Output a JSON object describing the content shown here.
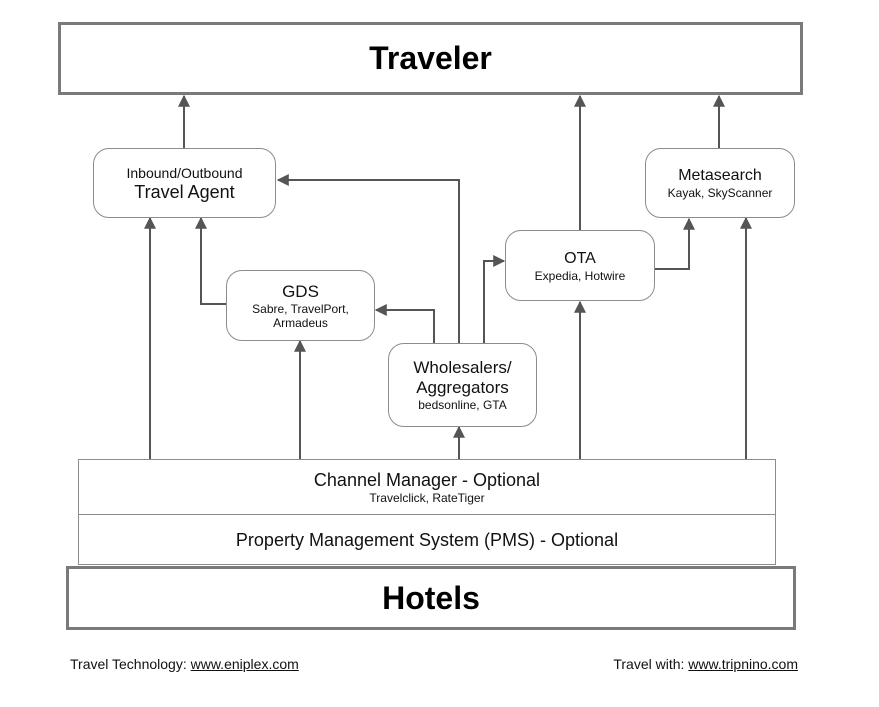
{
  "diagram": {
    "traveler": {
      "label": "Traveler"
    },
    "travel_agent": {
      "line1": "Inbound/Outbound",
      "line2": "Travel Agent"
    },
    "metasearch": {
      "title": "Metasearch",
      "subtitle": "Kayak, SkyScanner"
    },
    "gds": {
      "title": "GDS",
      "subtitle_line1": "Sabre, TravelPort,",
      "subtitle_line2": "Armadeus"
    },
    "ota": {
      "title": "OTA",
      "subtitle": "Expedia, Hotwire"
    },
    "wholesalers": {
      "line1": "Wholesalers/",
      "line2": "Aggregators",
      "subtitle": "bedsonline, GTA"
    },
    "channel_manager": {
      "title": "Channel Manager - Optional",
      "subtitle": "Travelclick, RateTiger"
    },
    "pms": {
      "label": "Property Management System (PMS) - Optional"
    },
    "hotels": {
      "label": "Hotels"
    },
    "line_color": "#555555"
  },
  "footer": {
    "left_prefix": "Travel Technology: ",
    "left_link": "www.eniplex.com",
    "right_prefix": "Travel with: ",
    "right_link": "www.tripnino.com"
  }
}
